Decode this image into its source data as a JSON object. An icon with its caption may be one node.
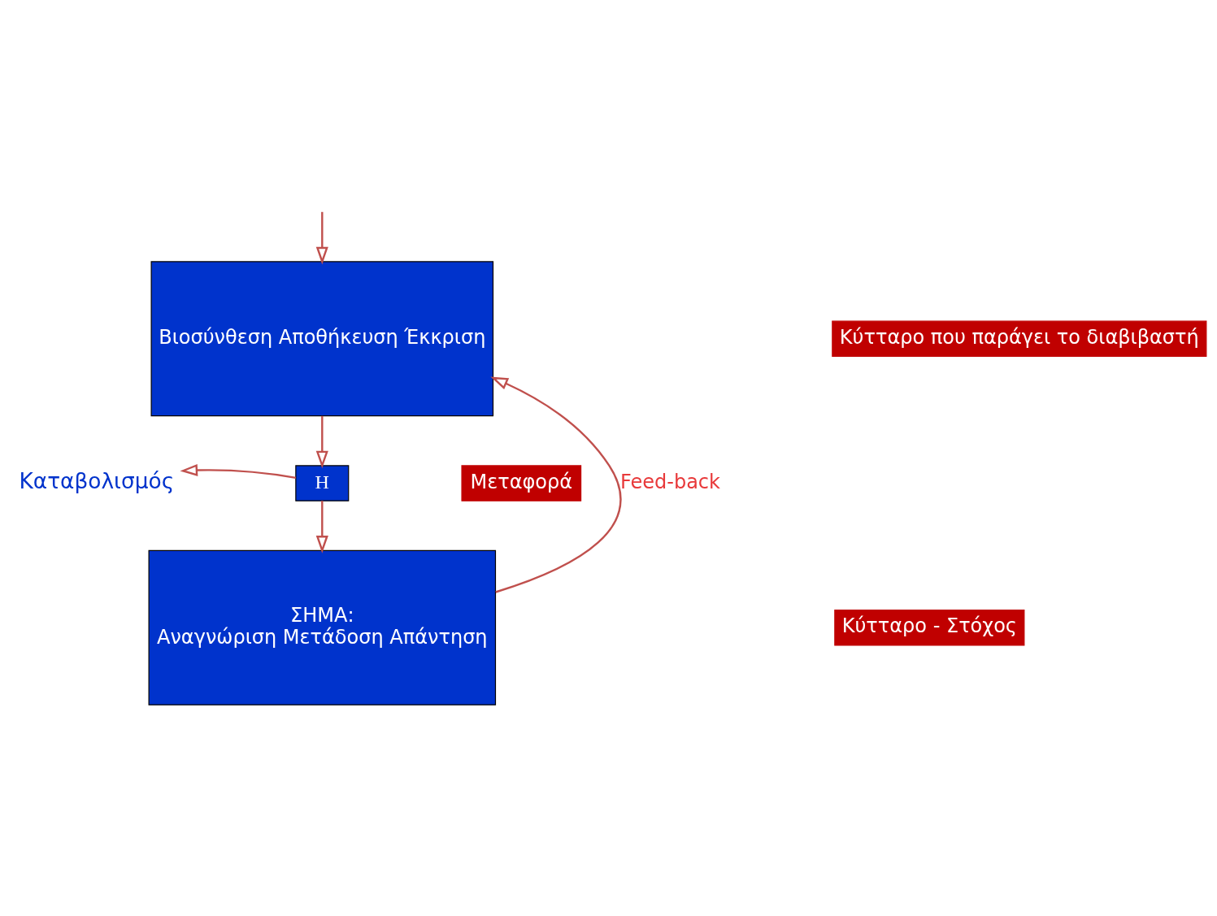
{
  "diagram": {
    "nodes": [
      {
        "text": [
          "Βιοσύνθεση Αποθήκευση Έκκριση"
        ]
      },
      {
        "text": [
          "Κύτταρο που παράγει το διαβιβαστή"
        ]
      },
      {
        "text": [
          "Η"
        ]
      },
      {
        "text": [
          "Καταβολισμός"
        ]
      },
      {
        "text": [
          "Μεταφορά"
        ]
      },
      {
        "text": [
          "ΣΗΜΑ:",
          "Αναγνώριση Μετάδοση Απάντηση"
        ]
      },
      {
        "text": [
          "Κύτταρο - Στόχος"
        ]
      }
    ],
    "edges": [
      {
        "from": null,
        "to": 0,
        "arrow": "to"
      },
      {
        "from": 0,
        "to": 2,
        "arrow": "to"
      },
      {
        "from": 2,
        "to": 3,
        "arrow": "to"
      },
      {
        "from": 2,
        "to": 5,
        "arrow": "to"
      },
      {
        "from": 5,
        "to": 0,
        "arrow": "to",
        "label": "Feed-back"
      }
    ]
  }
}
